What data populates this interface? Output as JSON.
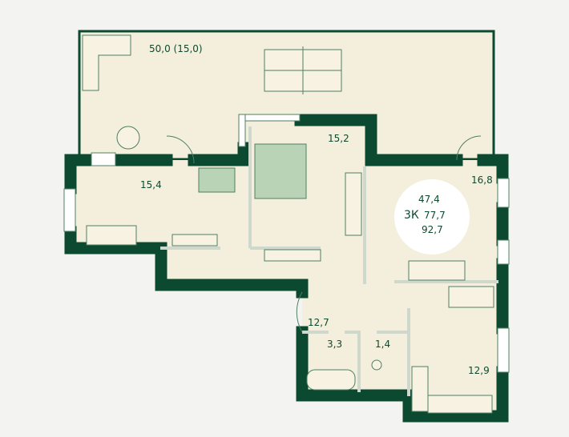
{
  "plan": {
    "colors": {
      "wall": "#0b4a30",
      "floor": "#f3efdc",
      "furniture": "#b8d3b6",
      "line": "#4f7f63",
      "window": "#ffffff"
    },
    "rooms": [
      {
        "id": "terrace",
        "label": "50,0 (15,0)"
      },
      {
        "id": "bedroom-master",
        "label": "15,2"
      },
      {
        "id": "bedroom-left",
        "label": "15,4"
      },
      {
        "id": "living",
        "label": "16,8"
      },
      {
        "id": "hall",
        "label": "12,7"
      },
      {
        "id": "bathroom",
        "label": "3,3"
      },
      {
        "id": "toilet",
        "label": "1,4"
      },
      {
        "id": "kitchen",
        "label": "12,9"
      }
    ],
    "summary": {
      "living_area": "47,4",
      "room_type": "3К",
      "total_area": "77,7",
      "total_with_terrace": "92,7"
    }
  }
}
